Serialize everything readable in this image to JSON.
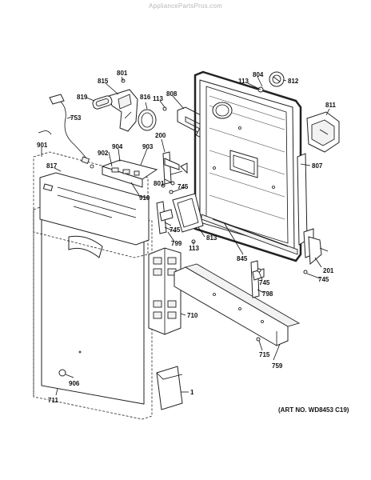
{
  "watermark": "AppliancePartsPros.com",
  "art_number": "(ART NO. WD8453 C19)",
  "callouts": {
    "c801a": "801",
    "c815": "815",
    "c819": "819",
    "c816": "816",
    "c113a": "113",
    "c808": "808",
    "c753": "753",
    "c113b": "113",
    "c804": "804",
    "c812": "812",
    "c811": "811",
    "c200": "200",
    "c904": "904",
    "c903": "903",
    "c901": "901",
    "c902": "902",
    "c817": "817",
    "c801b": "801",
    "c910": "910",
    "c745a": "745",
    "c807": "807",
    "c745b": "745",
    "c799": "799",
    "c813": "813",
    "c113c": "113",
    "c845": "845",
    "c201": "201",
    "c745c": "745",
    "c745d": "745",
    "c798": "798",
    "c710": "710",
    "c715": "715",
    "c759": "759",
    "c906": "906",
    "c1": "1",
    "c711": "711"
  }
}
